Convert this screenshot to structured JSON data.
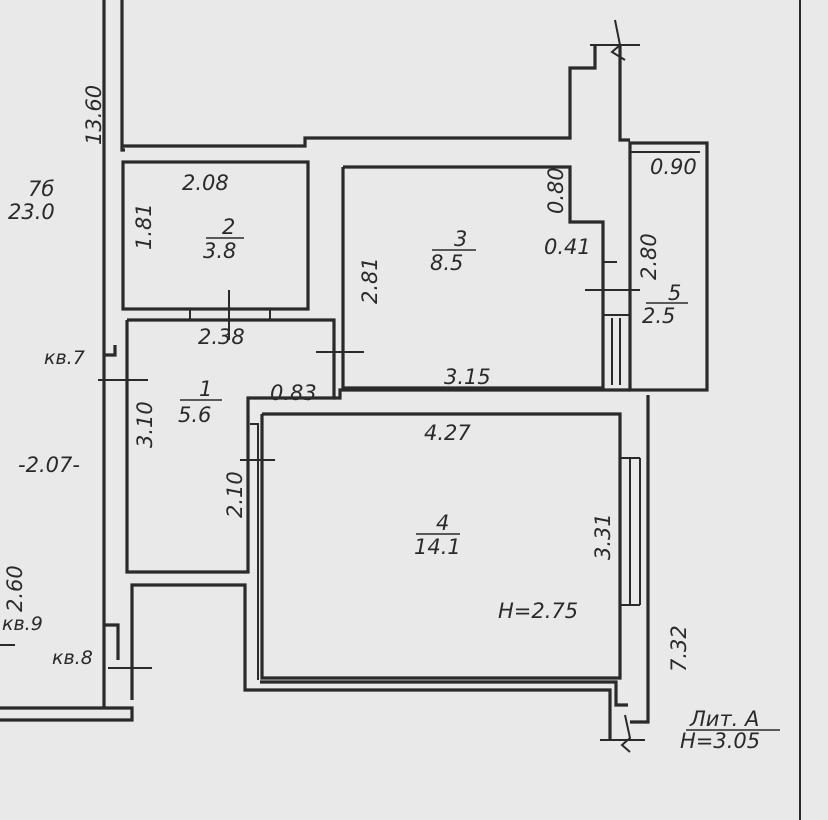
{
  "plan": {
    "outer_dims": {
      "north_wall": "13.60",
      "east_wall": "7.32",
      "west_room": "-2.07-",
      "west_small": "2.60"
    },
    "neighbor_room": {
      "number": "7б",
      "area": "23.0"
    },
    "neighbors": {
      "apt7": "кв.7",
      "apt8": "кв.8",
      "apt9": "кв.9"
    },
    "rooms": [
      {
        "number": "1",
        "area": "5.6",
        "dims": [
          "2.38",
          "3.10",
          "0.83",
          "2.10"
        ]
      },
      {
        "number": "2",
        "area": "3.8",
        "dims": [
          "2.08",
          "1.81"
        ]
      },
      {
        "number": "3",
        "area": "8.5",
        "dims": [
          "2.81",
          "3.15",
          "0.80",
          "0.41"
        ]
      },
      {
        "number": "4",
        "area": "14.1",
        "dims": [
          "4.27",
          "3.31"
        ],
        "height": "H=2.75"
      },
      {
        "number": "5",
        "area": "2.5",
        "dims": [
          "0.90",
          "2.80"
        ]
      }
    ],
    "literal": {
      "name": "Лит. А",
      "height": "H=3.05"
    }
  }
}
